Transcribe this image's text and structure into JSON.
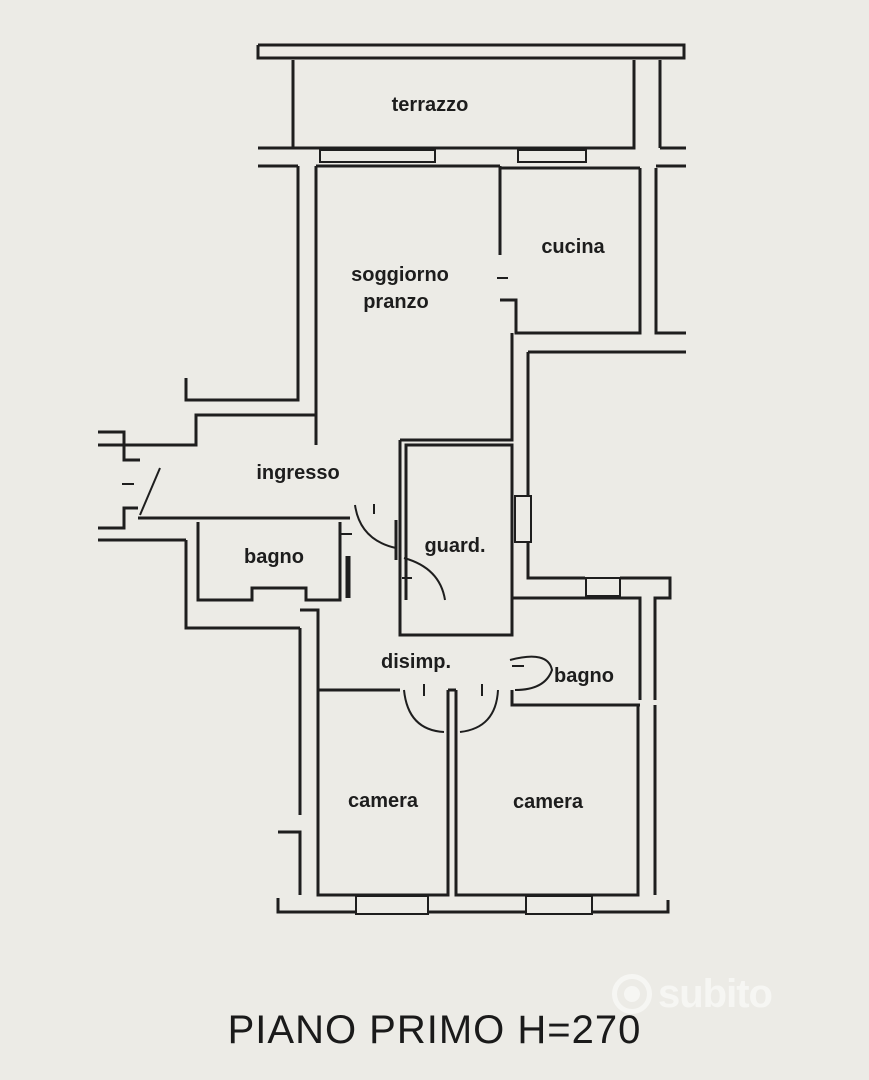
{
  "rooms": {
    "terrazzo": "terrazzo",
    "cucina": "cucina",
    "soggiorno_line1": "soggiorno",
    "soggiorno_line2": "pranzo",
    "ingresso": "ingresso",
    "guardaroba": "guard.",
    "bagno_1": "bagno",
    "disimpegno": "disimp.",
    "bagno_2": "bagno",
    "camera_1": "camera",
    "camera_2": "camera"
  },
  "title": "PIANO PRIMO H=270",
  "watermark": {
    "text": "subito",
    "icon": "subito-logo-icon"
  },
  "colors": {
    "paper": "#ecebe6",
    "ink": "#1e1e1e"
  }
}
